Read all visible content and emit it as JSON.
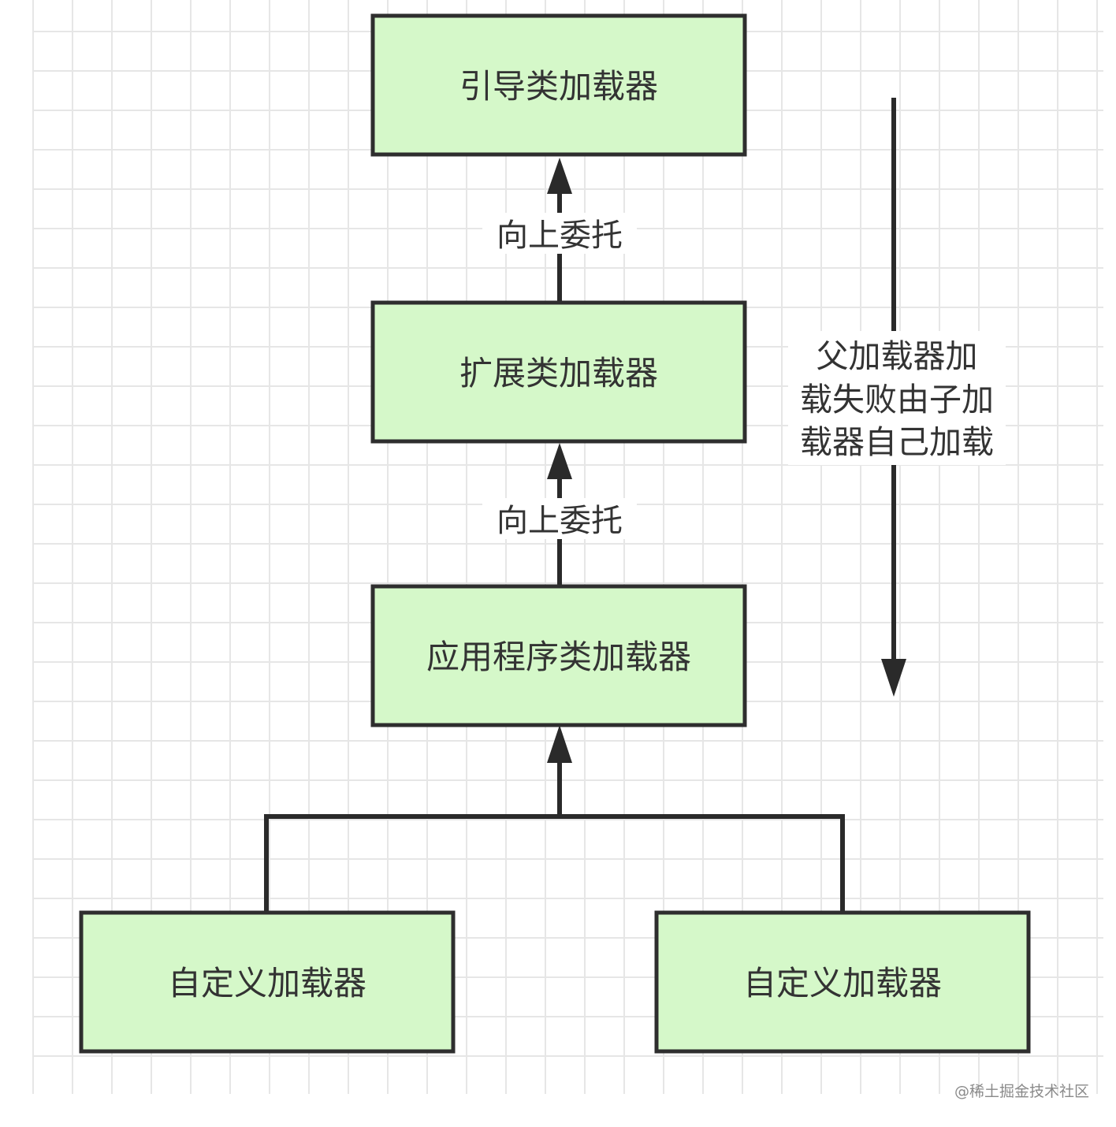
{
  "nodes": {
    "bootstrap": "引导类加载器",
    "extension": "扩展类加载器",
    "application": "应用程序类加载器",
    "custom_left": "自定义加载器",
    "custom_right": "自定义加载器"
  },
  "edges": {
    "delegate_upper": "向上委托",
    "delegate_lower": "向上委托"
  },
  "side_note": {
    "lines": [
      "父加载器加",
      "载失败由子加",
      "载器自己加载"
    ]
  },
  "watermark": "@稀土掘金技术社区",
  "colors": {
    "box_fill": "#d5f8c9",
    "box_border": "#2e2e2e",
    "grid_line": "#e6e6e6",
    "text": "#333333"
  }
}
